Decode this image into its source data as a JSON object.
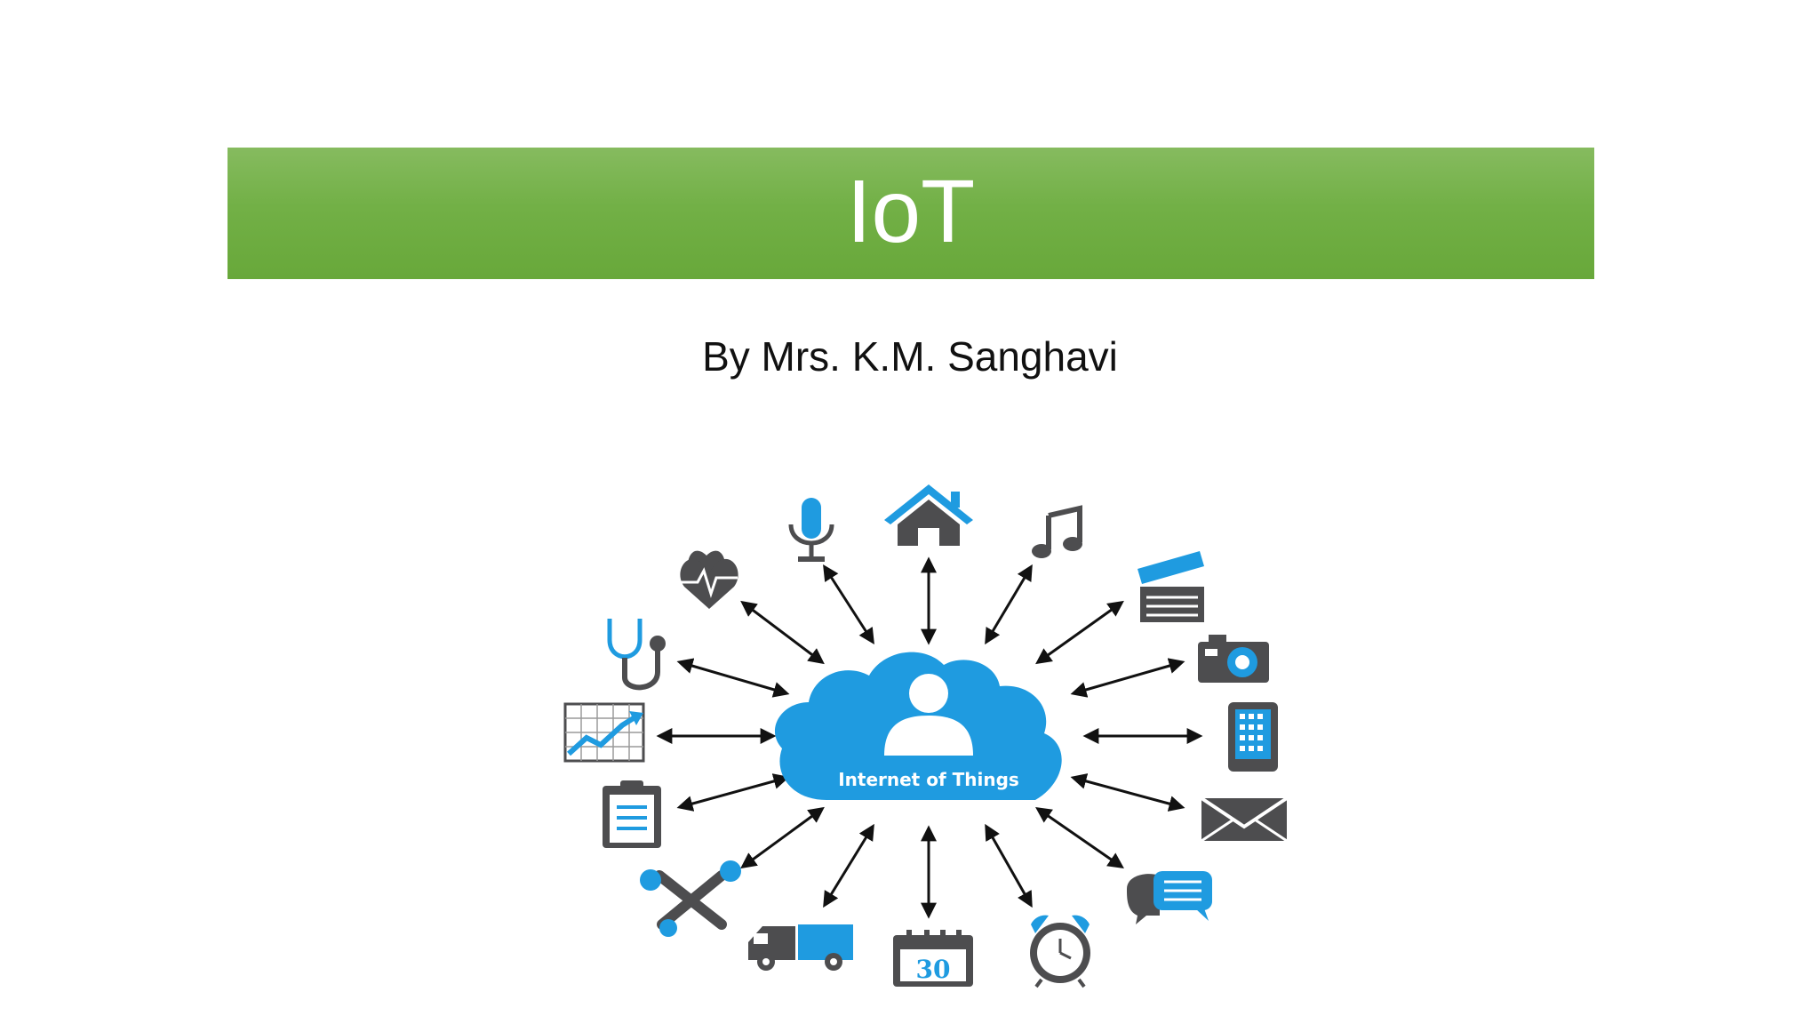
{
  "slide": {
    "title": "IoT",
    "subtitle": "By Mrs. K.M. Sanghavi"
  },
  "diagram": {
    "center_label": "Internet of Things",
    "icons": [
      "heart-icon",
      "microphone-icon",
      "home-icon",
      "music-icon",
      "clapperboard-icon",
      "camera-icon",
      "tablet-icon",
      "mail-icon",
      "chat-icon",
      "alarm-clock-icon",
      "calendar-icon",
      "truck-icon",
      "tools-icon",
      "clipboard-icon",
      "chart-icon",
      "stethoscope-icon"
    ],
    "calendar_day": "30"
  },
  "colors": {
    "title_bar": "#70ad47",
    "icon_blue": "#1f9be0",
    "icon_gray": "#4d4d4f"
  }
}
